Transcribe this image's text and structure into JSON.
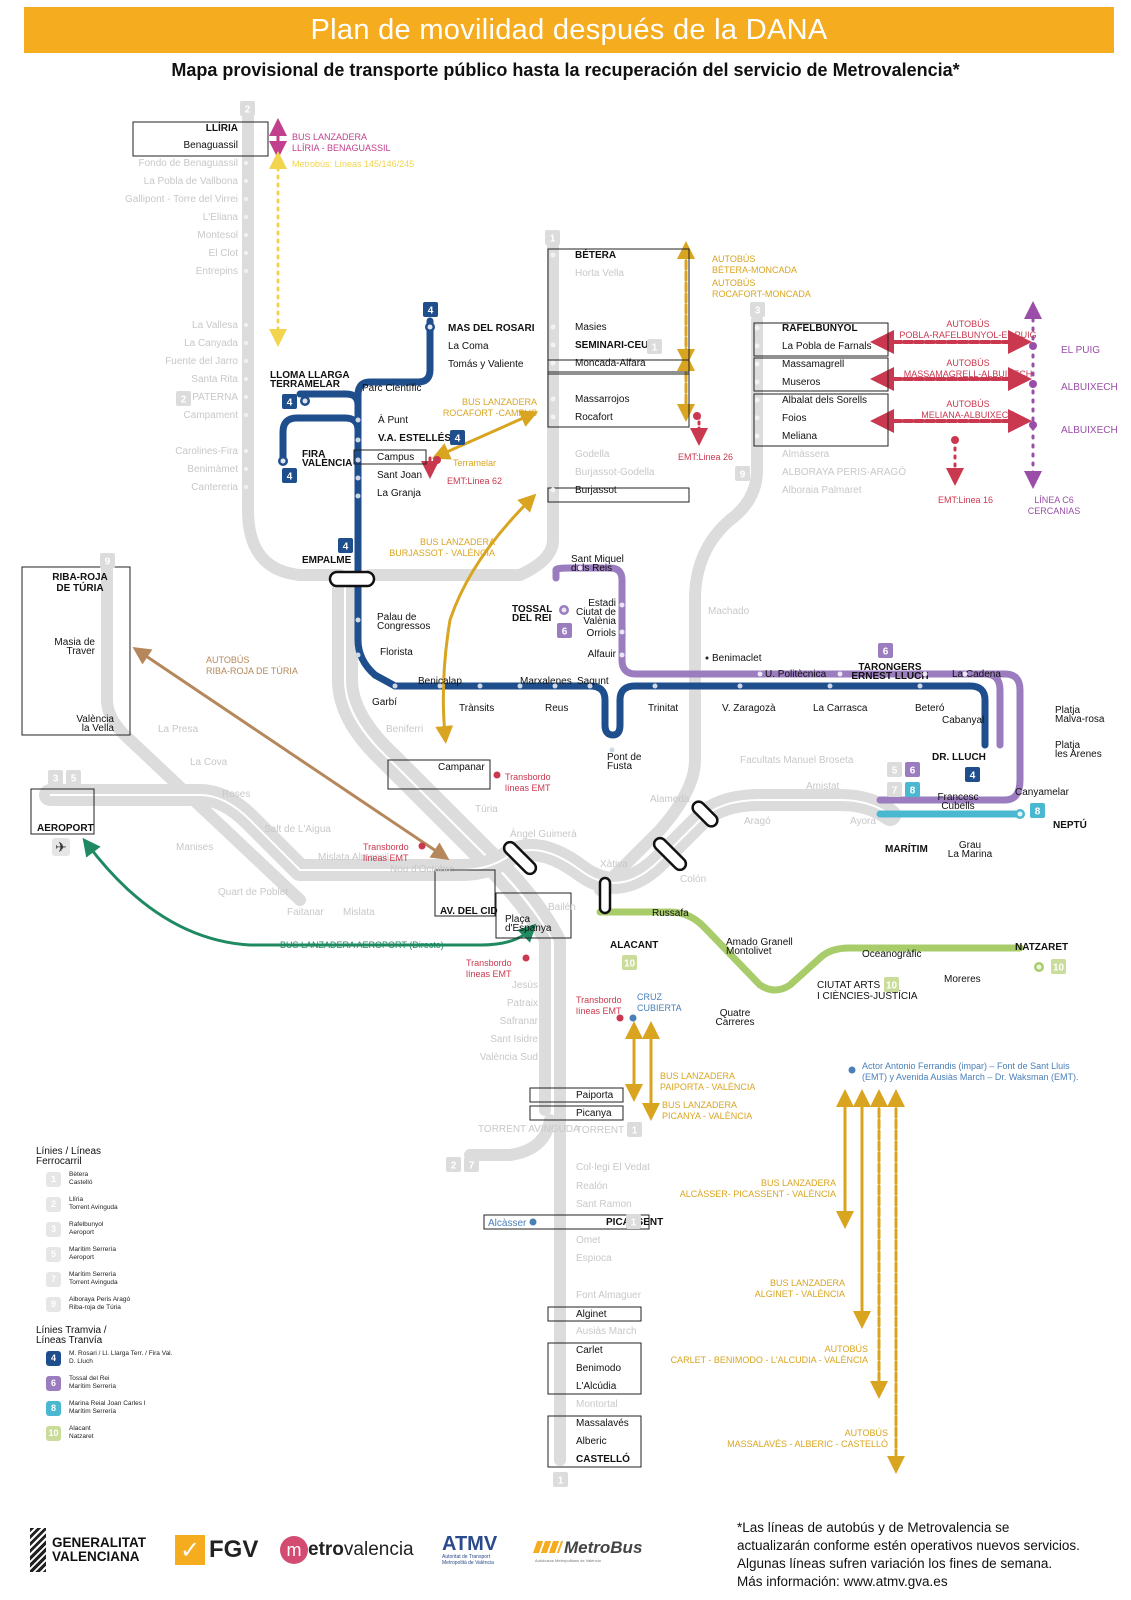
{
  "header": {
    "title": "Plan de movilidad después de la DANA",
    "subtitle": "Mapa provisional de transporte público hasta la recuperación del servicio de Metrovalencia*"
  },
  "colors": {
    "banner": "#f5ad1f",
    "rail_inactive": "#dcdcdc",
    "rail_label_inactive": "#c8c8c8",
    "line4": "#1f4e8c",
    "line6": "#9a7cbf",
    "line8": "#4ab8d0",
    "line10": "#a9cc6b",
    "bus_shuttle": "#d9a521",
    "bus_red": "#c9384f",
    "bus_magenta": "#c13f8c",
    "metrobus_yellow": "#f2d44f",
    "riba_roja_bus": "#b5875a",
    "airport_bus": "#1f8a62",
    "cercanias": "#9a4ea8",
    "emt_note": "#4a7fb8"
  },
  "map": {
    "line2_north": {
      "badge": "2",
      "active_stations": [
        "LLÍRIA",
        "Benaguassil"
      ],
      "inactive_stations": [
        "Fondo de Benaguassil",
        "La Pobla de Vallbona",
        "Gallipont - Torre del Virrei",
        "L'Eliana",
        "Montesol",
        "El Clot",
        "Entrepins",
        "La Vallesa",
        "La Canyada",
        "Fuente del Jarro",
        "Santa Rita",
        "PATERNA",
        "Campament",
        "Carolines-Fira",
        "Benimàmet",
        "Cantereria"
      ],
      "paterna_badge": "2"
    },
    "line1_north": {
      "badge": "1",
      "active_stations": [
        "BÉTERA",
        "Masies",
        "SEMINARI-CEU",
        "Moncada-Alfara",
        "Massarrojos",
        "Rocafort",
        "Burjassot"
      ],
      "inactive_stations": [
        "Horta Vella",
        "Godella",
        "Burjassot-Godella"
      ],
      "seminari_badge": "1"
    },
    "line3_north": {
      "badge": "3",
      "active_stations": [
        "RAFELBUNYOL",
        "La Pobla de Farnals",
        "Massamagrell",
        "Museros",
        "Albalat dels Sorells",
        "Foios",
        "Meliana"
      ],
      "inactive_stations": [
        "Almàssera",
        "ALBORAYA PERIS-ARAGÓ",
        "Alboraia Palmaret"
      ],
      "alboraya_badge": "9"
    },
    "line4": {
      "badge": "4",
      "stations": [
        "MAS DEL ROSARI",
        "La Coma",
        "Tomás y Valiente",
        "LLOMA LLARGA TERRAMELAR",
        "Parc Científic",
        "À Punt",
        "V.A. ESTELLÉS",
        "FIRA VALÈNCIA",
        "Campus",
        "Sant Joan",
        "La Granja",
        "EMPALME",
        "Palau de Congressos",
        "Florista",
        "Garbí",
        "Benicalap",
        "Trànsits",
        "Marxalenes",
        "Reus",
        "Sagunt",
        "Pont de Fusta",
        "Trinitat",
        "V. Zaragozà",
        "La Carrasca",
        "Beteró",
        "Cabanyal",
        "DR. LLUCH"
      ]
    },
    "line6": {
      "badge": "6",
      "stations": [
        "TOSSAL DEL REI",
        "Sant Miquel dels Reis",
        "Estadi Ciutat de Valènia",
        "Orriols",
        "Alfauir",
        "Benimaclet",
        "U. Politècnica",
        "TARONGERS ERNEST LLUCH",
        "La Cadena",
        "Platja Malva-rosa",
        "Platja les Arenes",
        "Canyamelar",
        "Francesc Cubells",
        "MARÍTIM",
        "Grau La Marina"
      ]
    },
    "line8": {
      "badge": "8",
      "stations": [
        "MARÍTIM",
        "Grau La Marina",
        "NEPTÚ"
      ]
    },
    "line10": {
      "badge": "10",
      "stations": [
        "ALACANT",
        "Russafa",
        "Amado Granell Montolivet",
        "Quatre Carreres",
        "CIUTAT ARTS I CIÈNCIES-JUSTÍCIA",
        "Oceanogràfic",
        "Moreres",
        "NATZARET"
      ]
    },
    "line9_west": {
      "badge": "9",
      "active_stations": [
        "RIBA-ROJA DE TÚRIA",
        "Masia de Traver",
        "València la Vella"
      ],
      "inactive_stations": [
        "La Presa",
        "La Cova",
        "Roses",
        "Salt de L'Aigua",
        "Manises",
        "Mislata Almassil",
        "Faitanar",
        "Mislata",
        "Quart de Poblet",
        "Nou d'Octubre"
      ]
    },
    "airport": {
      "badges": [
        "3",
        "5"
      ],
      "station": "AEROPORT"
    },
    "central": {
      "active_stations": [
        "Campanar",
        "AV. DEL CID",
        "Plaça d'Espanya",
        "Paiporta",
        "Picanya",
        "PICASSENT",
        "Alginet",
        "Carlet",
        "Benimodo",
        "L'Alcúdia",
        "Massalavés",
        "Alberic",
        "CASTELLÓ"
      ],
      "inactive_stations": [
        "Beniferri",
        "Túria",
        "Àngel Guimerà",
        "Xàtiva",
        "Bailén",
        "Colón",
        "Alameda",
        "Facultats Manuel Broseta",
        "Machado",
        "Amistat",
        "Aragó",
        "Ayora",
        "Jesús",
        "Patraix",
        "Safranar",
        "Sant Isidre",
        "València Sud",
        "TORRENT",
        "TORRENT AVINGUDA",
        "Col·legi El Vedat",
        "Realón",
        "Sant Ramon",
        "Omet",
        "Espioca",
        "Font Almaguer",
        "Ausiàs March",
        "Montortal"
      ],
      "torrent_badge": "1",
      "torrent_avinguda_badges": [
        "2",
        "7"
      ],
      "picassent_badge": "1",
      "maritim_badges": [
        "5",
        "6",
        "7",
        "8"
      ],
      "alcasser_label": "Alcàsser"
    },
    "annotations": [
      {
        "id": "liria",
        "lines": [
          "BUS LANZADERA",
          "LLÍRIA - BENAGUASSIL"
        ],
        "color": "bus_magenta"
      },
      {
        "id": "metrobus",
        "lines": [
          "Metrobús: Líneas 145/146/245"
        ],
        "color": "metrobus_yellow"
      },
      {
        "id": "betera",
        "lines": [
          "AUTOBÚS",
          "BÉTERA-MONCADA"
        ],
        "color": "bus_shuttle"
      },
      {
        "id": "rocafort_moncada",
        "lines": [
          "AUTOBÚS",
          "ROCAFORT-MONCADA"
        ],
        "color": "bus_shuttle"
      },
      {
        "id": "emt26",
        "lines": [
          "EMT:Linea 26"
        ],
        "color": "bus_red"
      },
      {
        "id": "pobla",
        "lines": [
          "AUTOBÚS",
          "POBLA-RAFELBUNYOL-EL PUIG"
        ],
        "color": "bus_red"
      },
      {
        "id": "massamagrell",
        "lines": [
          "AUTOBÚS",
          "MASSAMAGRELL-ALBUIXECH"
        ],
        "color": "bus_red"
      },
      {
        "id": "meliana",
        "lines": [
          "AUTOBÚS",
          "MELIANA-ALBUIXECH"
        ],
        "color": "bus_red"
      },
      {
        "id": "emt16",
        "lines": [
          "EMT:Linea 16"
        ],
        "color": "bus_red"
      },
      {
        "id": "c6",
        "lines": [
          "LÍNEA C6",
          "CERCANIAS"
        ],
        "color": "cercanias"
      },
      {
        "id": "elpuig",
        "lines": [
          "EL PUIG"
        ],
        "color": "cercanias"
      },
      {
        "id": "albuixech1",
        "lines": [
          "ALBUIXECH"
        ],
        "color": "cercanias"
      },
      {
        "id": "albuixech2",
        "lines": [
          "ALBUIXECH"
        ],
        "color": "cercanias"
      },
      {
        "id": "rocafort_campus",
        "lines": [
          "BUS LANZADERA",
          "ROCAFORT -CAMPUS"
        ],
        "color": "bus_shuttle"
      },
      {
        "id": "terramelar",
        "lines": [
          "Terramelar"
        ],
        "color": "bus_shuttle"
      },
      {
        "id": "emt62",
        "lines": [
          "EMT:Linea 62"
        ],
        "color": "bus_red"
      },
      {
        "id": "burjassot",
        "lines": [
          "BUS LANZADERA",
          "BURJASSOT - VALÈNCIA"
        ],
        "color": "bus_shuttle"
      },
      {
        "id": "ribaroja",
        "lines": [
          "AUTOBÚS",
          "RIBA-ROJA DE TÚRIA"
        ],
        "color": "riba_roja_bus"
      },
      {
        "id": "transbordo_campanar",
        "lines": [
          "Transbordo",
          "líneas EMT"
        ],
        "color": "bus_red"
      },
      {
        "id": "transbordo_nou",
        "lines": [
          "Transbordo",
          "líneas EMT"
        ],
        "color": "bus_red"
      },
      {
        "id": "airport_bus",
        "lines": [
          "BUS LANZADERA AEROPORT (Directo)"
        ],
        "color": "airport_bus"
      },
      {
        "id": "transbordo_espanya",
        "lines": [
          "Transbordo",
          "líneas EMT"
        ],
        "color": "bus_red"
      },
      {
        "id": "transbordo_cruz",
        "lines": [
          "Transbordo",
          "líneas EMT"
        ],
        "color": "bus_red"
      },
      {
        "id": "cruz",
        "lines": [
          "CRUZ",
          "CUBIERTA"
        ],
        "color": "emt_note"
      },
      {
        "id": "paiporta",
        "lines": [
          "BUS LANZADERA",
          "PAIPORTA - VALÈNCIA"
        ],
        "color": "bus_shuttle"
      },
      {
        "id": "picanya",
        "lines": [
          "BUS LANZADERA",
          "PICANYA - VALÈNCIA"
        ],
        "color": "bus_shuttle"
      },
      {
        "id": "emt_note",
        "lines": [
          "Actor Antonio Ferrandis (impar) – Font de Sant Lluis",
          "(EMT) y Avenida Ausiàs March – Dr. Waksman (EMT)."
        ],
        "color": "emt_note"
      },
      {
        "id": "alcasser",
        "lines": [
          "BUS LANZADERA",
          "ALCÀSSER- PICASSENT - VALÈNCIA"
        ],
        "color": "bus_shuttle"
      },
      {
        "id": "alginet",
        "lines": [
          "BUS LANZADERA",
          "ALGINET - VALÈNCIA"
        ],
        "color": "bus_shuttle"
      },
      {
        "id": "carlet",
        "lines": [
          "AUTOBÚS",
          "CARLET - BENIMODO - L'ALCUDIA - VALÈNCIA"
        ],
        "color": "bus_shuttle"
      },
      {
        "id": "massalaves",
        "lines": [
          "AUTOBÚS",
          "MASSALAVÉS - ALBERIC - CASTELLÓ"
        ],
        "color": "bus_shuttle"
      }
    ]
  },
  "legend": {
    "rail_title": [
      "Línies / Líneas",
      "Ferrocarril"
    ],
    "rail_lines": [
      {
        "badge": "1",
        "text": [
          "Bètera",
          "Castelló"
        ]
      },
      {
        "badge": "2",
        "text": [
          "Llíria",
          "Torrent Avinguda"
        ]
      },
      {
        "badge": "3",
        "text": [
          "Rafelbunyol",
          "Aeroport"
        ]
      },
      {
        "badge": "5",
        "text": [
          "Marítim Serrería",
          "Aeroport"
        ]
      },
      {
        "badge": "7",
        "text": [
          "Marítim Serrería",
          "Torrent Avinguda"
        ]
      },
      {
        "badge": "9",
        "text": [
          "Alboraya Peris Aragó",
          "Riba-roja de Túria"
        ]
      }
    ],
    "tram_title": [
      "Línies Tramvia /",
      "Líneas Tranvía"
    ],
    "tram_lines": [
      {
        "badge": "4",
        "color": "#1f4e8c",
        "text": [
          "M. Rosari / Ll. Llarga Terr. / Fira Val.",
          "D. Lluch"
        ]
      },
      {
        "badge": "6",
        "color": "#9a7cbf",
        "text": [
          "Tossal del Rei",
          "Marítim Serrería"
        ]
      },
      {
        "badge": "8",
        "color": "#4ab8d0",
        "text": [
          "Marina Reial Joan Carles I",
          "Marítim Serrería"
        ]
      },
      {
        "badge": "10",
        "color": "#c9dc9a",
        "text": [
          "Alacant",
          "Natzaret"
        ]
      }
    ]
  },
  "logos": {
    "generalitat": [
      "GENERALITAT",
      "VALENCIANA"
    ],
    "fgv": "FGV",
    "metrovalencia_m": "m",
    "metrovalencia_rest_bold": "etro",
    "metrovalencia_rest": "valencia",
    "atmv": "ATMV",
    "atmv_sub": [
      "Autoritat de Transport",
      "Metropolità de València"
    ],
    "metrobus": "MetroBus",
    "metrobus_sub": "Autobusos Metropolitans de València"
  },
  "footnote": [
    "*Las líneas de autobús y de Metrovalencia se",
    "actualizarán conforme estén operativos nuevos servicios.",
    "Algunas líneas sufren variación los fines de semana.",
    "Más información: www.atmv.gva.es"
  ]
}
